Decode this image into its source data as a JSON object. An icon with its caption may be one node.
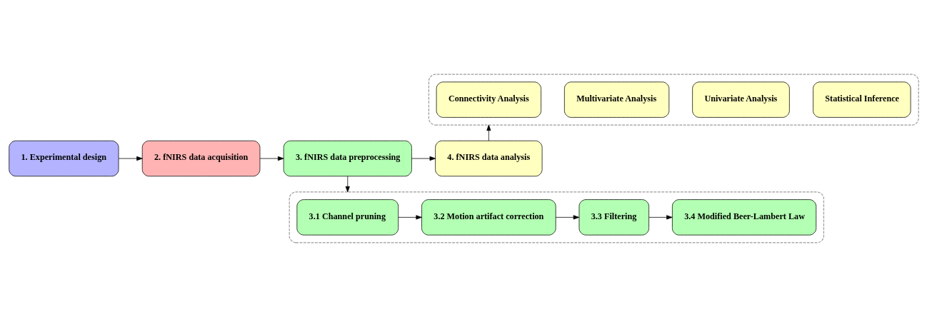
{
  "diagram": {
    "nodes": [
      {
        "text": [],
        "shape": "box"
      },
      {
        "text": [
          "Statistical Inference"
        ],
        "in": 0
      },
      {
        "text": [
          "Univariate Analysis"
        ],
        "in": 0
      },
      {
        "text": [
          "Multivariate Analysis"
        ],
        "in": 0
      },
      {
        "text": [
          "Connectivity Analysis"
        ],
        "in": 0
      },
      {
        "text": [
          "1. Experimental design"
        ]
      },
      {
        "text": [
          "2. fNIRS data acquisition"
        ]
      },
      {
        "text": [
          "3. fNIRS data preprocessing"
        ]
      },
      {
        "text": [
          "4. fNIRS data analysis"
        ]
      },
      {
        "text": [],
        "shape": "box"
      },
      {
        "text": [
          "3.1 Channel pruning"
        ],
        "in": 9
      },
      {
        "text": [
          "3.2 Motion artifact correction"
        ],
        "in": 9
      },
      {
        "text": [
          "3.3 Filtering"
        ],
        "in": 9
      },
      {
        "text": [
          "3.4 Modified Beer-Lambert Law"
        ],
        "in": 9
      }
    ],
    "edges": [
      {
        "from": 5,
        "to": 6,
        "arrow": "to"
      },
      {
        "from": 6,
        "to": 7,
        "arrow": "to"
      },
      {
        "from": 7,
        "to": 8,
        "arrow": "to"
      },
      {
        "from": 8,
        "to": 0,
        "arrow": "to"
      },
      {
        "from": 7,
        "to": 9,
        "arrow": "to"
      },
      {
        "from": 10,
        "to": 11,
        "arrow": "to"
      },
      {
        "from": 11,
        "to": 12,
        "arrow": "to"
      },
      {
        "from": 12,
        "to": 13,
        "arrow": "to"
      }
    ]
  }
}
